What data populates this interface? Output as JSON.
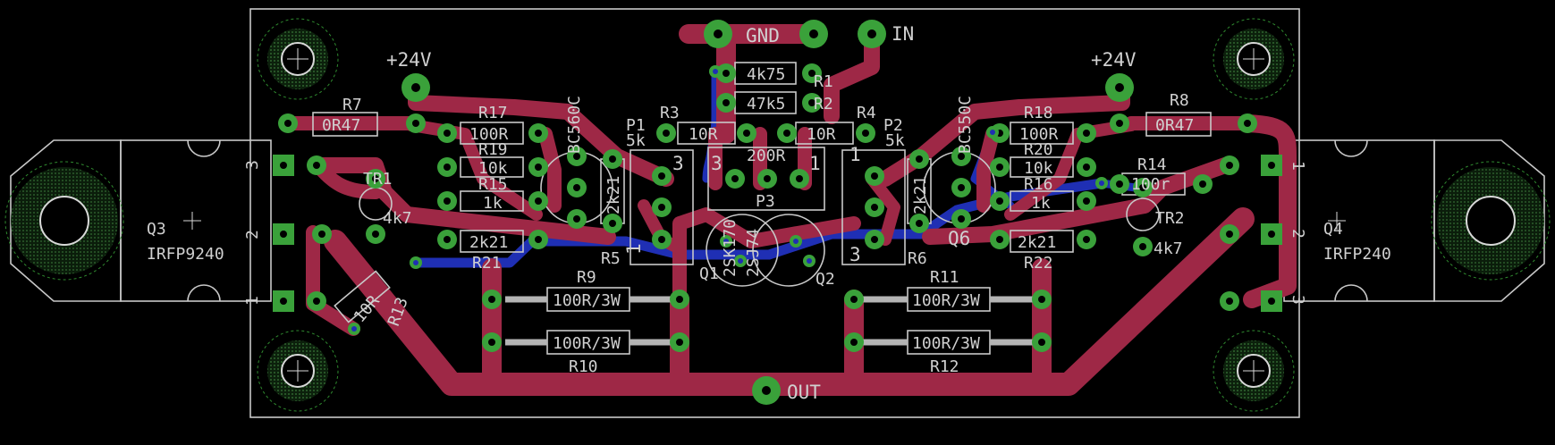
{
  "board": {
    "colors": {
      "background": "#000000",
      "top_copper": "#9e2846",
      "bottom_copper": "#1f2fb4",
      "pad": "#3aa13a",
      "silkscreen": "#d0d0d0"
    },
    "net_labels": {
      "gnd": "GND",
      "in": "IN",
      "out": "OUT",
      "v24_left": "+24V",
      "v24_right": "+24V"
    },
    "components": {
      "r1": {
        "ref": "R1",
        "value": "4k75"
      },
      "r2": {
        "ref": "R2",
        "value": "47k5"
      },
      "r3": {
        "ref": "R3",
        "value": "10R"
      },
      "r4": {
        "ref": "R4",
        "value": "10R"
      },
      "r5": {
        "ref": "R5",
        "value": "2k21"
      },
      "r6": {
        "ref": "R6",
        "value": "2k21"
      },
      "r7": {
        "ref": "R7",
        "value": "0R47"
      },
      "r8": {
        "ref": "R8",
        "value": "0R47"
      },
      "r9": {
        "ref": "R9",
        "value": "100R/3W"
      },
      "r10": {
        "ref": "R10",
        "value": "100R/3W"
      },
      "r11": {
        "ref": "R11",
        "value": "100R/3W"
      },
      "r12": {
        "ref": "R12",
        "value": "100R/3W"
      },
      "r13": {
        "ref": "R13",
        "value": "10R"
      },
      "r14": {
        "ref": "R14",
        "value": "100r"
      },
      "r15": {
        "ref": "R15",
        "value": "1k"
      },
      "r16": {
        "ref": "R16",
        "value": "1k"
      },
      "r17": {
        "ref": "R17",
        "value": "100R"
      },
      "r18": {
        "ref": "R18",
        "value": "100R"
      },
      "r19": {
        "ref": "R19",
        "value": "10k"
      },
      "r20": {
        "ref": "R20",
        "value": "10k"
      },
      "r21": {
        "ref": "R21",
        "value": "2k21"
      },
      "r22": {
        "ref": "R22",
        "value": "2k21"
      },
      "p1": {
        "ref": "P1",
        "value": "5k"
      },
      "p2": {
        "ref": "P2",
        "value": "5k"
      },
      "p3": {
        "ref": "P3",
        "value": "200R"
      },
      "tr1": {
        "ref": "TR1",
        "value": "4k7"
      },
      "tr2": {
        "ref": "TR2",
        "value": "4k7"
      },
      "q1": {
        "ref": "Q1",
        "value": "2SJ74"
      },
      "q2": {
        "ref": "Q2",
        "value": "2SK170"
      },
      "q3": {
        "ref": "Q3",
        "value": "IRFP9240"
      },
      "q4": {
        "ref": "Q4",
        "value": "IRFP240"
      },
      "q5": {
        "value": "BC560C"
      },
      "q6": {
        "ref": "Q6",
        "value": "BC550C"
      }
    },
    "pin_numbers": {
      "q3": [
        "3",
        "2",
        "1"
      ],
      "q4": [
        "1",
        "2",
        "3"
      ],
      "p1": [
        "1",
        "3"
      ],
      "p2": [
        "1",
        "3"
      ],
      "p3": [
        "3",
        "1"
      ]
    }
  }
}
